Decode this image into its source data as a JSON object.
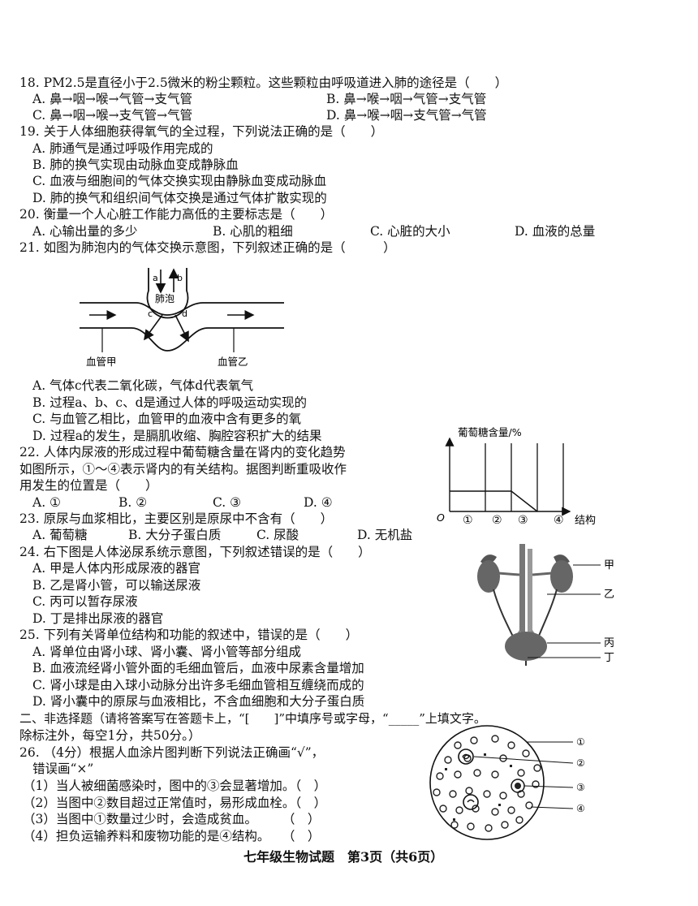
{
  "q18": {
    "stem": "18. PM2.5是直径小于2.5微米的粉尘颗粒。这些颗粒由呼吸道进入肺的途径是（　　）",
    "a": "A. 鼻→咽→喉→气管→支气管",
    "b": "B. 鼻→喉→咽→气管→支气管",
    "c": "C. 鼻→咽→喉→支气管→气管",
    "d": "D. 鼻→喉→咽→支气管→气管"
  },
  "q19": {
    "stem": "19. 关于人体细胞获得氧气的全过程，下列说法正确的是（　　）",
    "a": "A. 肺通气是通过呼吸作用完成的",
    "b": "B. 肺的换气实现由动脉血变成静脉血",
    "c": "C. 血液与细胞间的气体交换实现由静脉血变成动脉血",
    "d": "D. 肺的换气和组织间气体交换是通过气体扩散实现的"
  },
  "q20": {
    "stem": "20.  衡量一个人心脏工作能力高低的主要标志是（　　）",
    "a": "A. 心输出量的多少",
    "b": "B. 心肌的粗细",
    "c": "C. 心脏的大小",
    "d": "D. 血液的总量"
  },
  "q21": {
    "stem": "21. 如图为肺泡内的气体交换示意图，下列叙述正确的是（　　　）",
    "fig": {
      "alveolus": "肺泡",
      "a": "a",
      "b": "b",
      "c": "c",
      "d": "d",
      "vessel_left": "血管甲",
      "vessel_right": "血管乙"
    },
    "a": "A. 气体c代表二氧化碳，气体d代表氧气",
    "b": "B. 过程a、b、c、d是通过人体的呼吸运动实现的",
    "c": "C. 与血管乙相比，血管甲的血液中含有更多的氧",
    "d": "D. 过程a的发生，是膈肌收缩、胸腔容积扩大的结果"
  },
  "q22": {
    "stem1": "22. 人体内尿液的形成过程中葡萄糖含量在肾内的变化趋势",
    "stem2": "如图所示，①～④表示肾内的有关结构。据图判断重吸收作",
    "stem3": "用发生的位置是（　　）",
    "a": "A. ①",
    "b": "B. ②",
    "c": "C. ③",
    "d": "D. ④",
    "chart": {
      "ylabel": "葡萄糖含量/%",
      "origin": "O",
      "xlabel": "结构",
      "ticks": [
        "①",
        "②",
        "③",
        "④"
      ]
    }
  },
  "q23": {
    "stem": "23. 原尿与血浆相比，主要区别是原尿中不含有（　　）",
    "a": "A. 葡萄糖",
    "b": "B. 大分子蛋白质",
    "c": "C. 尿酸",
    "d": "D. 无机盐"
  },
  "q24": {
    "stem": "24. 右下图是人体泌尿系统示意图，下列叙述错误的是（　　）",
    "a": "A. 甲是人体内形成尿液的器官",
    "b": "B. 乙是肾小管，可以输送尿液",
    "c": "C. 丙可以暂存尿液",
    "d": "D. 丁是排出尿液的器官",
    "fig": {
      "jia": "甲",
      "yi": "乙",
      "bing": "丙",
      "ding": "丁"
    }
  },
  "q25": {
    "stem": "25. 下列有关肾单位结构和功能的叙述中，错误的是（　　）",
    "a": "A. 肾单位由肾小球、肾小囊、肾小管等部分组成",
    "b": "B. 血液流经肾小管外面的毛细血管后，血液中尿素含量增加",
    "c": "C. 肾小球是由入球小动脉分出许多毛细血管相互缠绕而成的",
    "d": "D. 肾小囊中的原尿与血液相比，不含血细胞和大分子蛋白质"
  },
  "section2": {
    "line1": "二、非选择题（请将答案写在答题卡上，“[　　]”中填序号或字母，“_____”上填文字。",
    "line2": "除标注外，每空1分，共50分。）"
  },
  "q26": {
    "stem1": "26. （4分）根据人血涂片图判断下列说法正确画“√”，",
    "stem2": "错误画“×”",
    "s1": "（1）当人被细菌感染时，图中的③会显著增加。（　）",
    "s2": "（2）当图中②数目超过正常值时，易形成血栓。（　）",
    "s3": "（3）当图中①数量过少时，会造成贫血。　　　（　）",
    "s4": "（4）担负运输养料和废物功能的是④结构。　　（　）",
    "fig": {
      "l1": "①",
      "l2": "②",
      "l3": "③",
      "l4": "④"
    }
  },
  "footer": "七年级生物试题　第3页（共6页）"
}
